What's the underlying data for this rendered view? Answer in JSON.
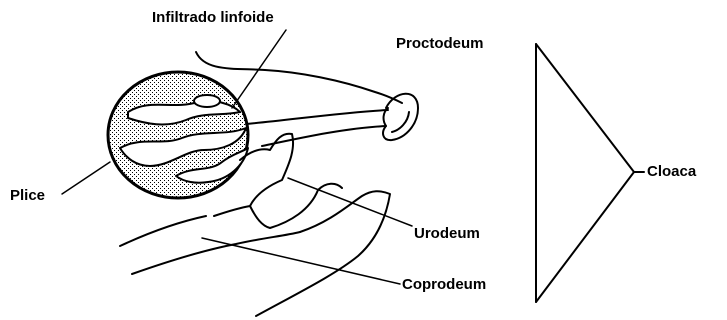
{
  "labels": {
    "infiltrado": "Infiltrado linfoide",
    "proctodeum": "Proctodeum",
    "cloaca": "Cloaca",
    "plice": "Plice",
    "urodeum": "Urodeum",
    "coprodeum": "Coprodeum"
  },
  "colors": {
    "ink": "#000000",
    "background": "#ffffff"
  }
}
